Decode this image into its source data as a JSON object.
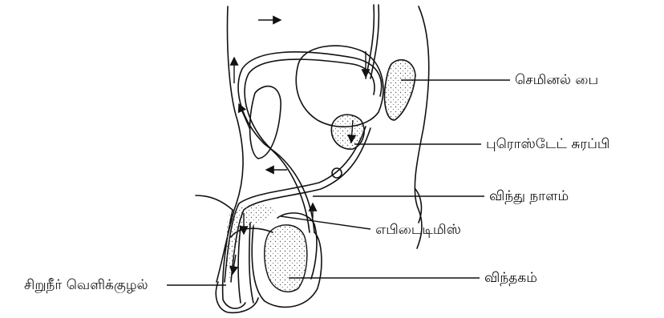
{
  "labels": {
    "seminal_vesicle": "செமினல் பை",
    "prostate_gland": "புரொஸ்டேட் சுரப்பி",
    "vas_deferens": "விந்து நாளம்",
    "epididymis": "எபிடைடிமிஸ்",
    "testis": "விந்தகம்",
    "urethra": "சிறுநீர் வெளிக்குழல்"
  },
  "colors": {
    "line": "#111111",
    "background": "#ffffff"
  }
}
